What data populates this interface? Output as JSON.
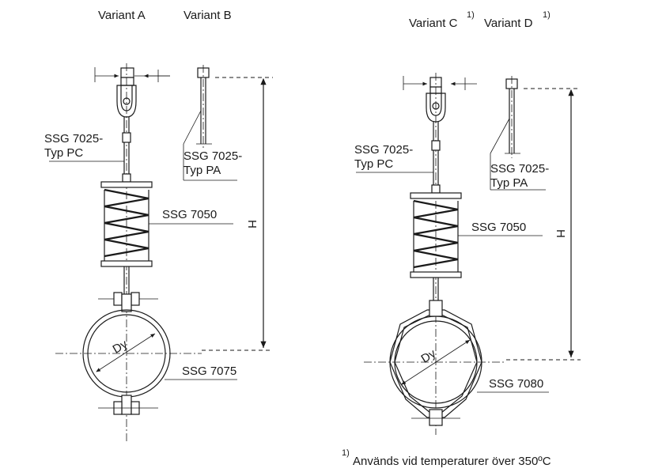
{
  "variants": {
    "a": "Variant A",
    "b": "Variant B",
    "c": "Variant C",
    "d": "Variant D",
    "c_note": "1)",
    "d_note": "1)"
  },
  "labels": {
    "pc_left_1": "SSG 7025-",
    "pc_left_2": "Typ PC",
    "pa_left_1": "SSG 7025-",
    "pa_left_2": "Typ PA",
    "spring_left": "SSG 7050",
    "clamp_left": "SSG 7075",
    "pc_right_1": "SSG 7025-",
    "pc_right_2": "Typ PC",
    "pa_right_1": "SSG 7025-",
    "pa_right_2": "Typ PA",
    "spring_right": "SSG 7050",
    "clamp_right": "SSG 7080",
    "dn_left": "Dy",
    "dn_right": "Dy",
    "h_left": "H",
    "h_right": "H"
  },
  "footnote": {
    "marker": "1)",
    "text": "Används vid temperaturer över 350ºC"
  }
}
